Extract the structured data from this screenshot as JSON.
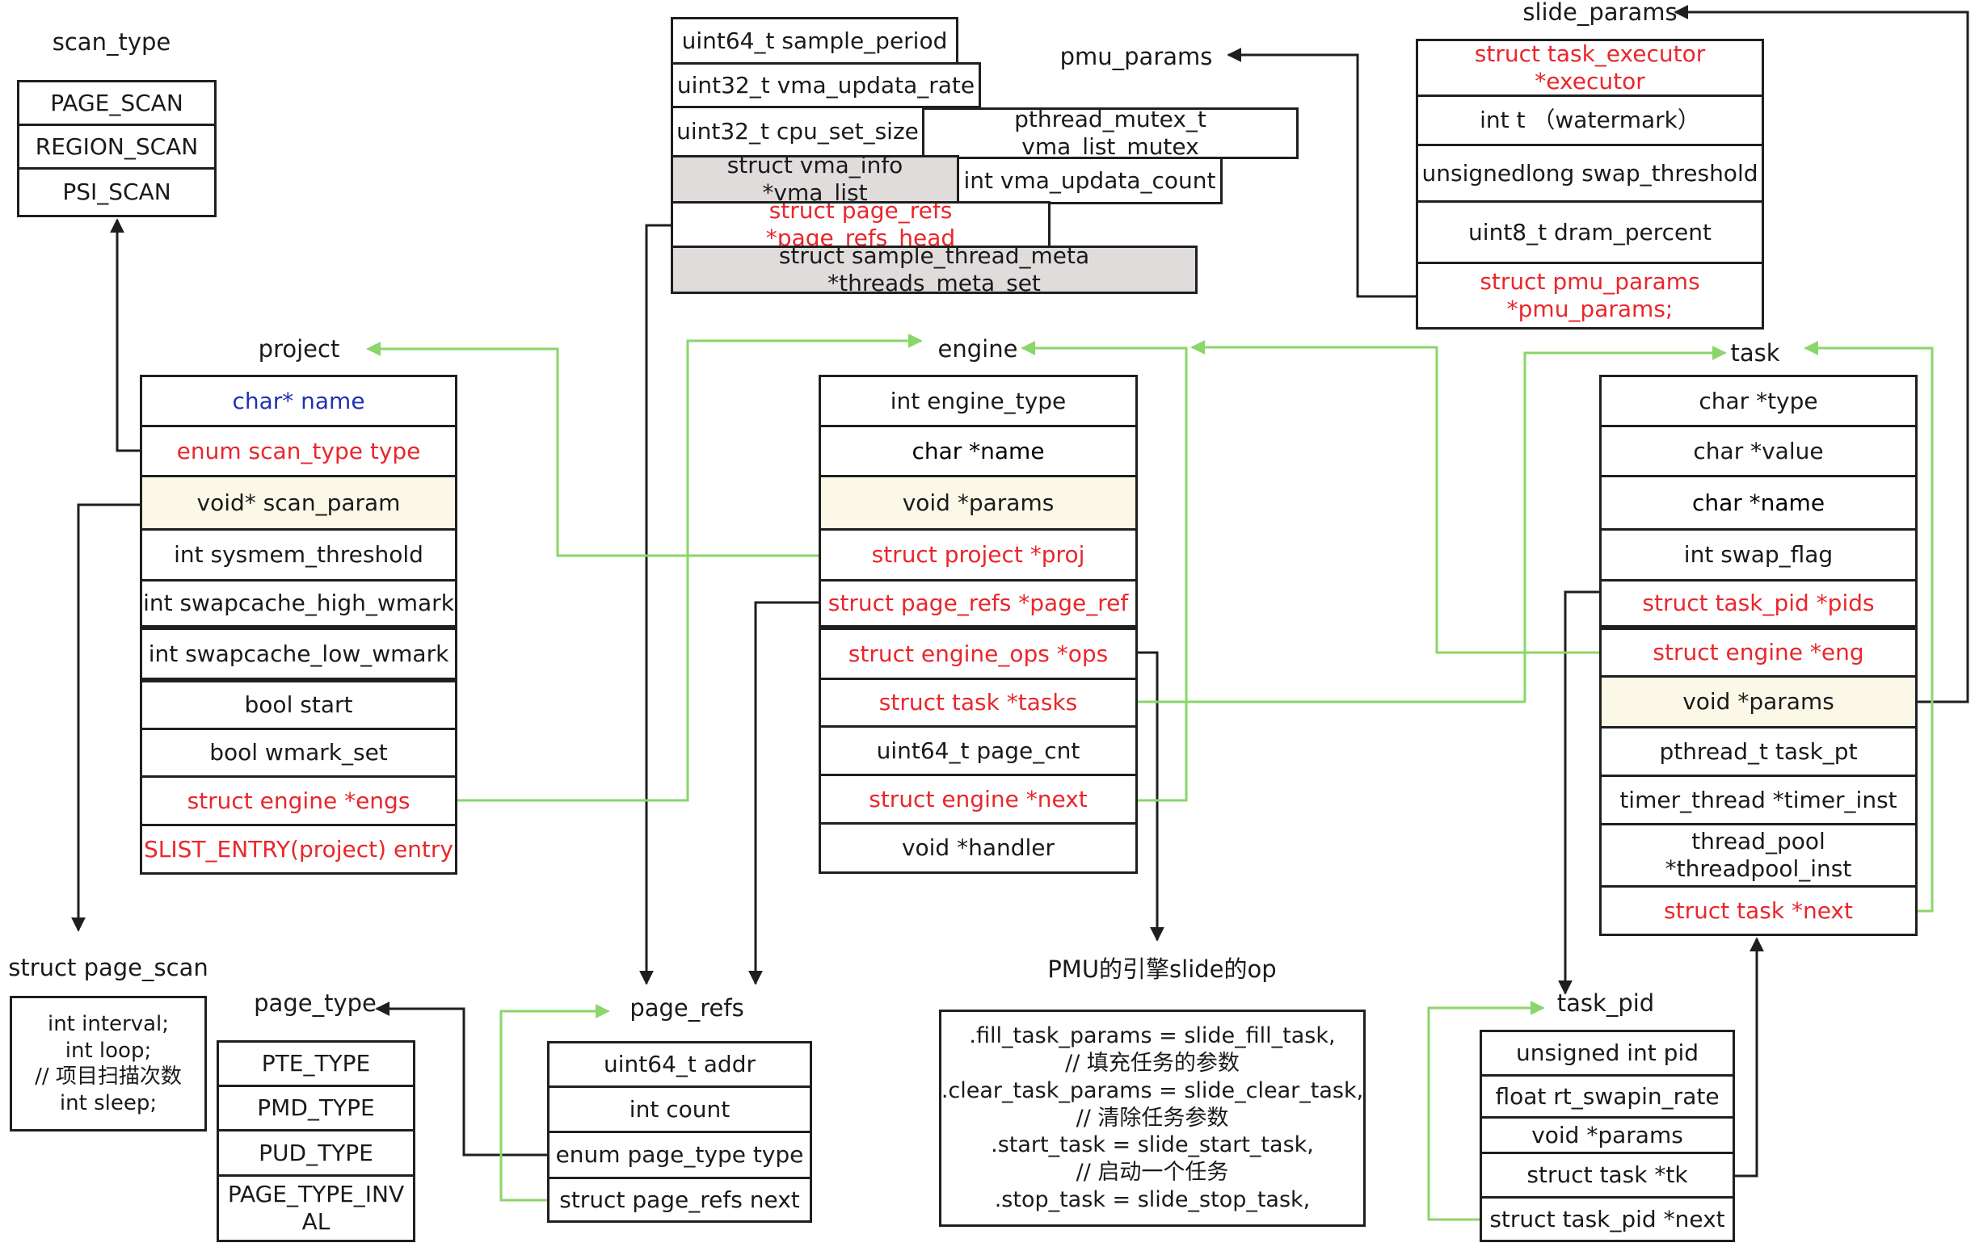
{
  "titles": {
    "scan_type": "scan_type",
    "project": "project",
    "engine": "engine",
    "task": "task",
    "pmu_params": "pmu_params",
    "slide_params": "slide_params",
    "page_scan": "struct page_scan",
    "page_type": "page_type",
    "page_refs": "page_refs",
    "pmu_slide_op": "PMU的引擎slide的op",
    "task_pid": "task_pid"
  },
  "scan_type": [
    "PAGE_SCAN",
    "REGION_SCAN",
    "PSI_SCAN"
  ],
  "project": [
    "char* name",
    "enum scan_type type",
    "void* scan_param",
    "int sysmem_threshold",
    "int swapcache_high_wmark",
    "int swapcache_low_wmark",
    "bool start",
    "bool wmark_set",
    "struct engine *engs",
    "SLIST_ENTRY(project) entry"
  ],
  "engine": [
    "int engine_type",
    "char *name",
    "void *params",
    "struct project *proj",
    "struct page_refs *page_ref",
    "struct engine_ops *ops",
    "struct task *tasks",
    "uint64_t page_cnt",
    "struct engine *next",
    "void *handler"
  ],
  "task": [
    "char *type",
    "char *value",
    "char *name",
    "int swap_flag",
    "struct task_pid *pids",
    "struct engine *eng",
    "void *params",
    "pthread_t task_pt",
    "timer_thread *timer_inst",
    "thread_pool\n*threadpool_inst",
    "struct task *next"
  ],
  "pmu_params": {
    "sample_period": "uint64_t sample_period",
    "vma_updata_rate": "uint32_t vma_updata_rate",
    "cpu_set_size": "uint32_t cpu_set_size",
    "vma_list_mutex": "pthread_mutex_t vma_list_mutex",
    "vma_list": "struct vma_info *vma_list",
    "vma_updata_count": "int vma_updata_count",
    "page_refs_head": "struct page_refs *page_refs_head",
    "threads_meta_set": "struct sample_thread_meta *threads_meta_set"
  },
  "slide_params": [
    "struct task_executor *executor",
    "int t （watermark）",
    "unsignedlong swap_threshold",
    "uint8_t dram_percent",
    "struct pmu_params\n*pmu_params;"
  ],
  "page_scan_lines": [
    "int interval;",
    "int loop;",
    "// 项目扫描次数",
    "int sleep;"
  ],
  "page_type": [
    "PTE_TYPE",
    "PMD_TYPE",
    "PUD_TYPE",
    "PAGE_TYPE_INV\nAL"
  ],
  "page_refs": [
    "uint64_t addr",
    "int count",
    "enum page_type type",
    "struct page_refs next"
  ],
  "slide_op_lines": [
    ".fill_task_params = slide_fill_task,",
    "// 填充任务的参数",
    ".clear_task_params = slide_clear_task,",
    "// 清除任务参数",
    ".start_task = slide_start_task,",
    "// 启动一个任务",
    ".stop_task = slide_stop_task,"
  ],
  "task_pid": [
    "unsigned int pid",
    "float rt_swapin_rate",
    "void *params",
    "struct task *tk",
    "struct task_pid *next"
  ],
  "colors": {
    "pointer_field": "#e8272c",
    "name_field": "#2132b0",
    "params_highlight": "#fbf8e8",
    "shared_field": "#e0dcdc",
    "reference_arrow": "#1f1f1f",
    "list_link_arrow": "#8ad66a"
  }
}
